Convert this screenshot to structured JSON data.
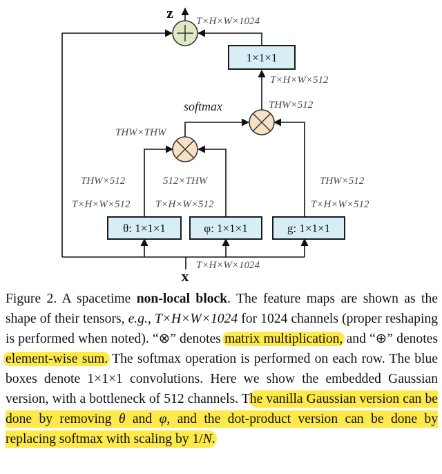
{
  "diagram": {
    "input_var": "x",
    "output_var": "z",
    "shape_input": "T×H×W×1024",
    "shape_output": "T×H×W×1024",
    "box_out": "1×1×1",
    "box_theta": "θ: 1×1×1",
    "box_phi": "φ: 1×1×1",
    "box_g": "g: 1×1×1",
    "lbl_theta_out": "T×H×W×512",
    "lbl_theta_flat": "THW×512",
    "lbl_phi_out": "T×H×W×512",
    "lbl_phi_flat": "512×THW",
    "lbl_g_out": "T×H×W×512",
    "lbl_g_flat": "THW×512",
    "lbl_affinity": "THW×THW",
    "lbl_softmax": "softmax",
    "lbl_mm2_out": "THW×512",
    "lbl_box_in": "T×H×W×512",
    "op_plus": "+",
    "op_times": "×"
  },
  "caption": {
    "fig_prefix": "Figure 2. A spacetime ",
    "fig_bold": "non-local block",
    "p1": ". The feature maps are shown as the shape of their tensors, ",
    "eg": "e.g.",
    "p2": ", ",
    "shape": "T×H×W×1024",
    "p3": " for 1024 channels (proper reshaping is performed when noted). “⊗” denotes ",
    "hl1": "matrix multiplication,",
    "p4": " and “⊕” denotes ",
    "hl2": "element-wise sum.",
    "p5": " The softmax operation is performed on each row. The blue boxes denote 1×1×1 convolutions. Here we show the embedded Gaussian version, with a bottleneck of 512 channels. T",
    "hl3a": "he vanilla Gaussian version can be done by removing ",
    "theta": "θ",
    "hl3b": " and ",
    "phi": "φ",
    "hl3c": ", and the dot-product version can be done by replacing softmax with scaling by 1/",
    "n": "N",
    "hl3d": "."
  }
}
